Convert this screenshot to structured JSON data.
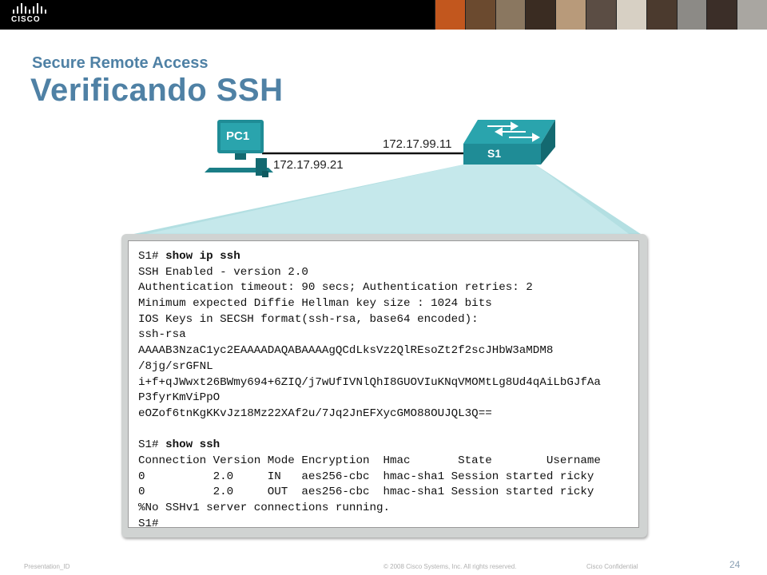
{
  "header": {
    "logo_text": "CISCO",
    "photo_colors": [
      "#c2571e",
      "#6b4a2f",
      "#8a7760",
      "#3a2c22",
      "#b89a7a",
      "#5b4d44",
      "#d7d0c4",
      "#4b3a2e",
      "#8c8a86",
      "#3b2e28",
      "#a9a6a1"
    ]
  },
  "slide": {
    "subtitle": "Secure Remote Access",
    "title": "Verificando SSH"
  },
  "topology": {
    "pc_label": "PC1",
    "pc_ip": "172.17.99.21",
    "switch_label": "S1",
    "switch_ip": "172.17.99.11"
  },
  "terminal": {
    "lines": [
      {
        "prompt": "S1# ",
        "cmd": "show ip ssh"
      },
      {
        "text": "SSH Enabled - version 2.0"
      },
      {
        "text": "Authentication timeout: 90 secs; Authentication retries: 2"
      },
      {
        "text": "Minimum expected Diffie Hellman key size : 1024 bits"
      },
      {
        "text": "IOS Keys in SECSH format(ssh-rsa, base64 encoded):"
      },
      {
        "text": "ssh-rsa"
      },
      {
        "text": "AAAAB3NzaC1yc2EAAAADAQABAAAAgQCdLksVz2QlREsoZt2f2scJHbW3aMDM8"
      },
      {
        "text": "/8jg/srGFNL"
      },
      {
        "text": "i+f+qJWwxt26BWmy694+6ZIQ/j7wUfIVNlQhI8GUOVIuKNqVMOMtLg8Ud4qAiLbGJfAa"
      },
      {
        "text": "P3fyrKmViPpO"
      },
      {
        "text": "eOZof6tnKgKKvJz18Mz22XAf2u/7Jq2JnEFXycGMO88OUJQL3Q=="
      },
      {
        "text": ""
      },
      {
        "prompt": "S1# ",
        "cmd": "show ssh"
      },
      {
        "text": "Connection Version Mode Encryption  Hmac       State        Username"
      },
      {
        "text": "0          2.0     IN   aes256-cbc  hmac-sha1 Session started ricky"
      },
      {
        "text": "0          2.0     OUT  aes256-cbc  hmac-sha1 Session started ricky"
      },
      {
        "text": "%No SSHv1 server connections running."
      },
      {
        "text": "S1#"
      }
    ]
  },
  "footer": {
    "presentation_id": "Presentation_ID",
    "copyright": "© 2008 Cisco Systems, Inc. All rights reserved.",
    "confidential": "Cisco Confidential",
    "page_number": "24"
  },
  "colors": {
    "title": "#4f81a5",
    "device_teal": "#1f8c96",
    "callout_teal": "#a6d9dd"
  }
}
